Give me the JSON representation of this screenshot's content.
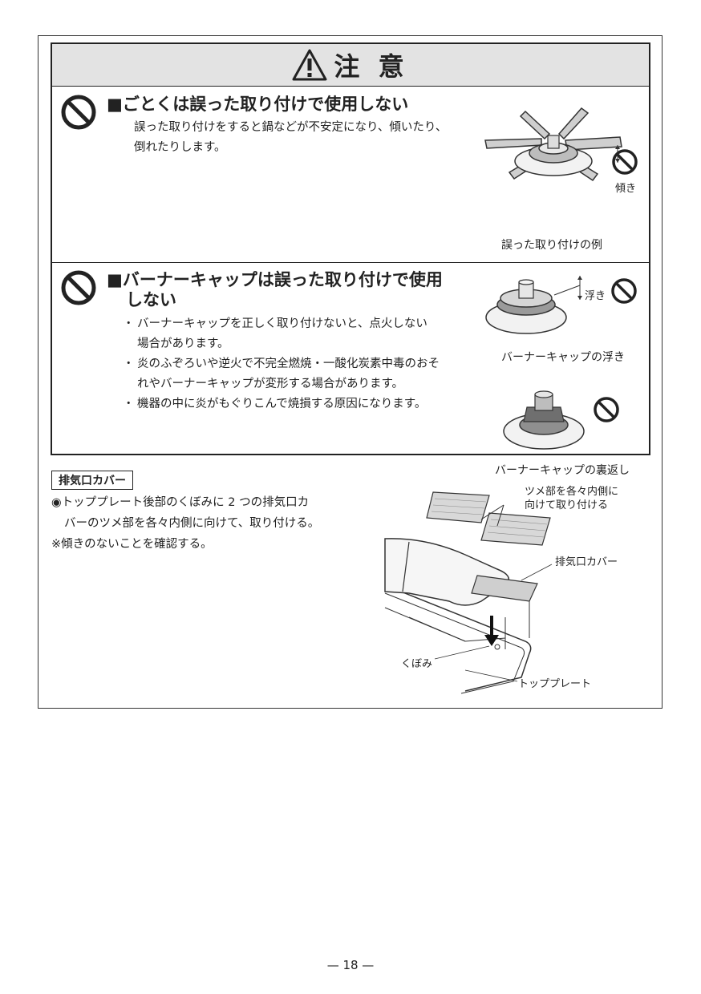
{
  "caution": {
    "title": "注 意",
    "section1": {
      "heading": "■ごとくは誤った取り付けで使用しない",
      "lines": [
        "誤った取り付けをすると鍋などが不安定になり、傾いたり、",
        "倒れたりします。"
      ],
      "figure_caption": "誤った取り付けの例",
      "tilt_label": "傾き"
    },
    "section2": {
      "heading_line1": "■バーナーキャップは誤った取り付けで使用",
      "heading_line2": "しない",
      "bullets": [
        [
          "バーナーキャップを正しく取り付けないと、点火しない",
          "場合があります。"
        ],
        [
          "炎のふぞろいや逆火で不完全燃焼・一酸化炭素中毒のおそ",
          "れやバーナーキャップが変形する場合があります。"
        ],
        [
          "機器の中に炎がもぐりこんで焼損する原因になります。"
        ]
      ],
      "figure1_caption": "バーナーキャップの浮き",
      "float_label": "浮き",
      "figure2_caption": "バーナーキャップの裏返し"
    }
  },
  "exhaust": {
    "tag": "排気口カバー",
    "line1": "◉トッププレート後部のくぼみに 2 つの排気口カ",
    "line2": "バーのツメ部を各々内側に向けて、取り付ける。",
    "line3": "※傾きのないことを確認する。",
    "label_tabs_1": "ツメ部を各々内側に",
    "label_tabs_2": "向けて取り付ける",
    "label_cover": "排気口カバー",
    "label_recess": "くぼみ",
    "label_plate": "トッププレート"
  },
  "page_number": "— 18 —"
}
